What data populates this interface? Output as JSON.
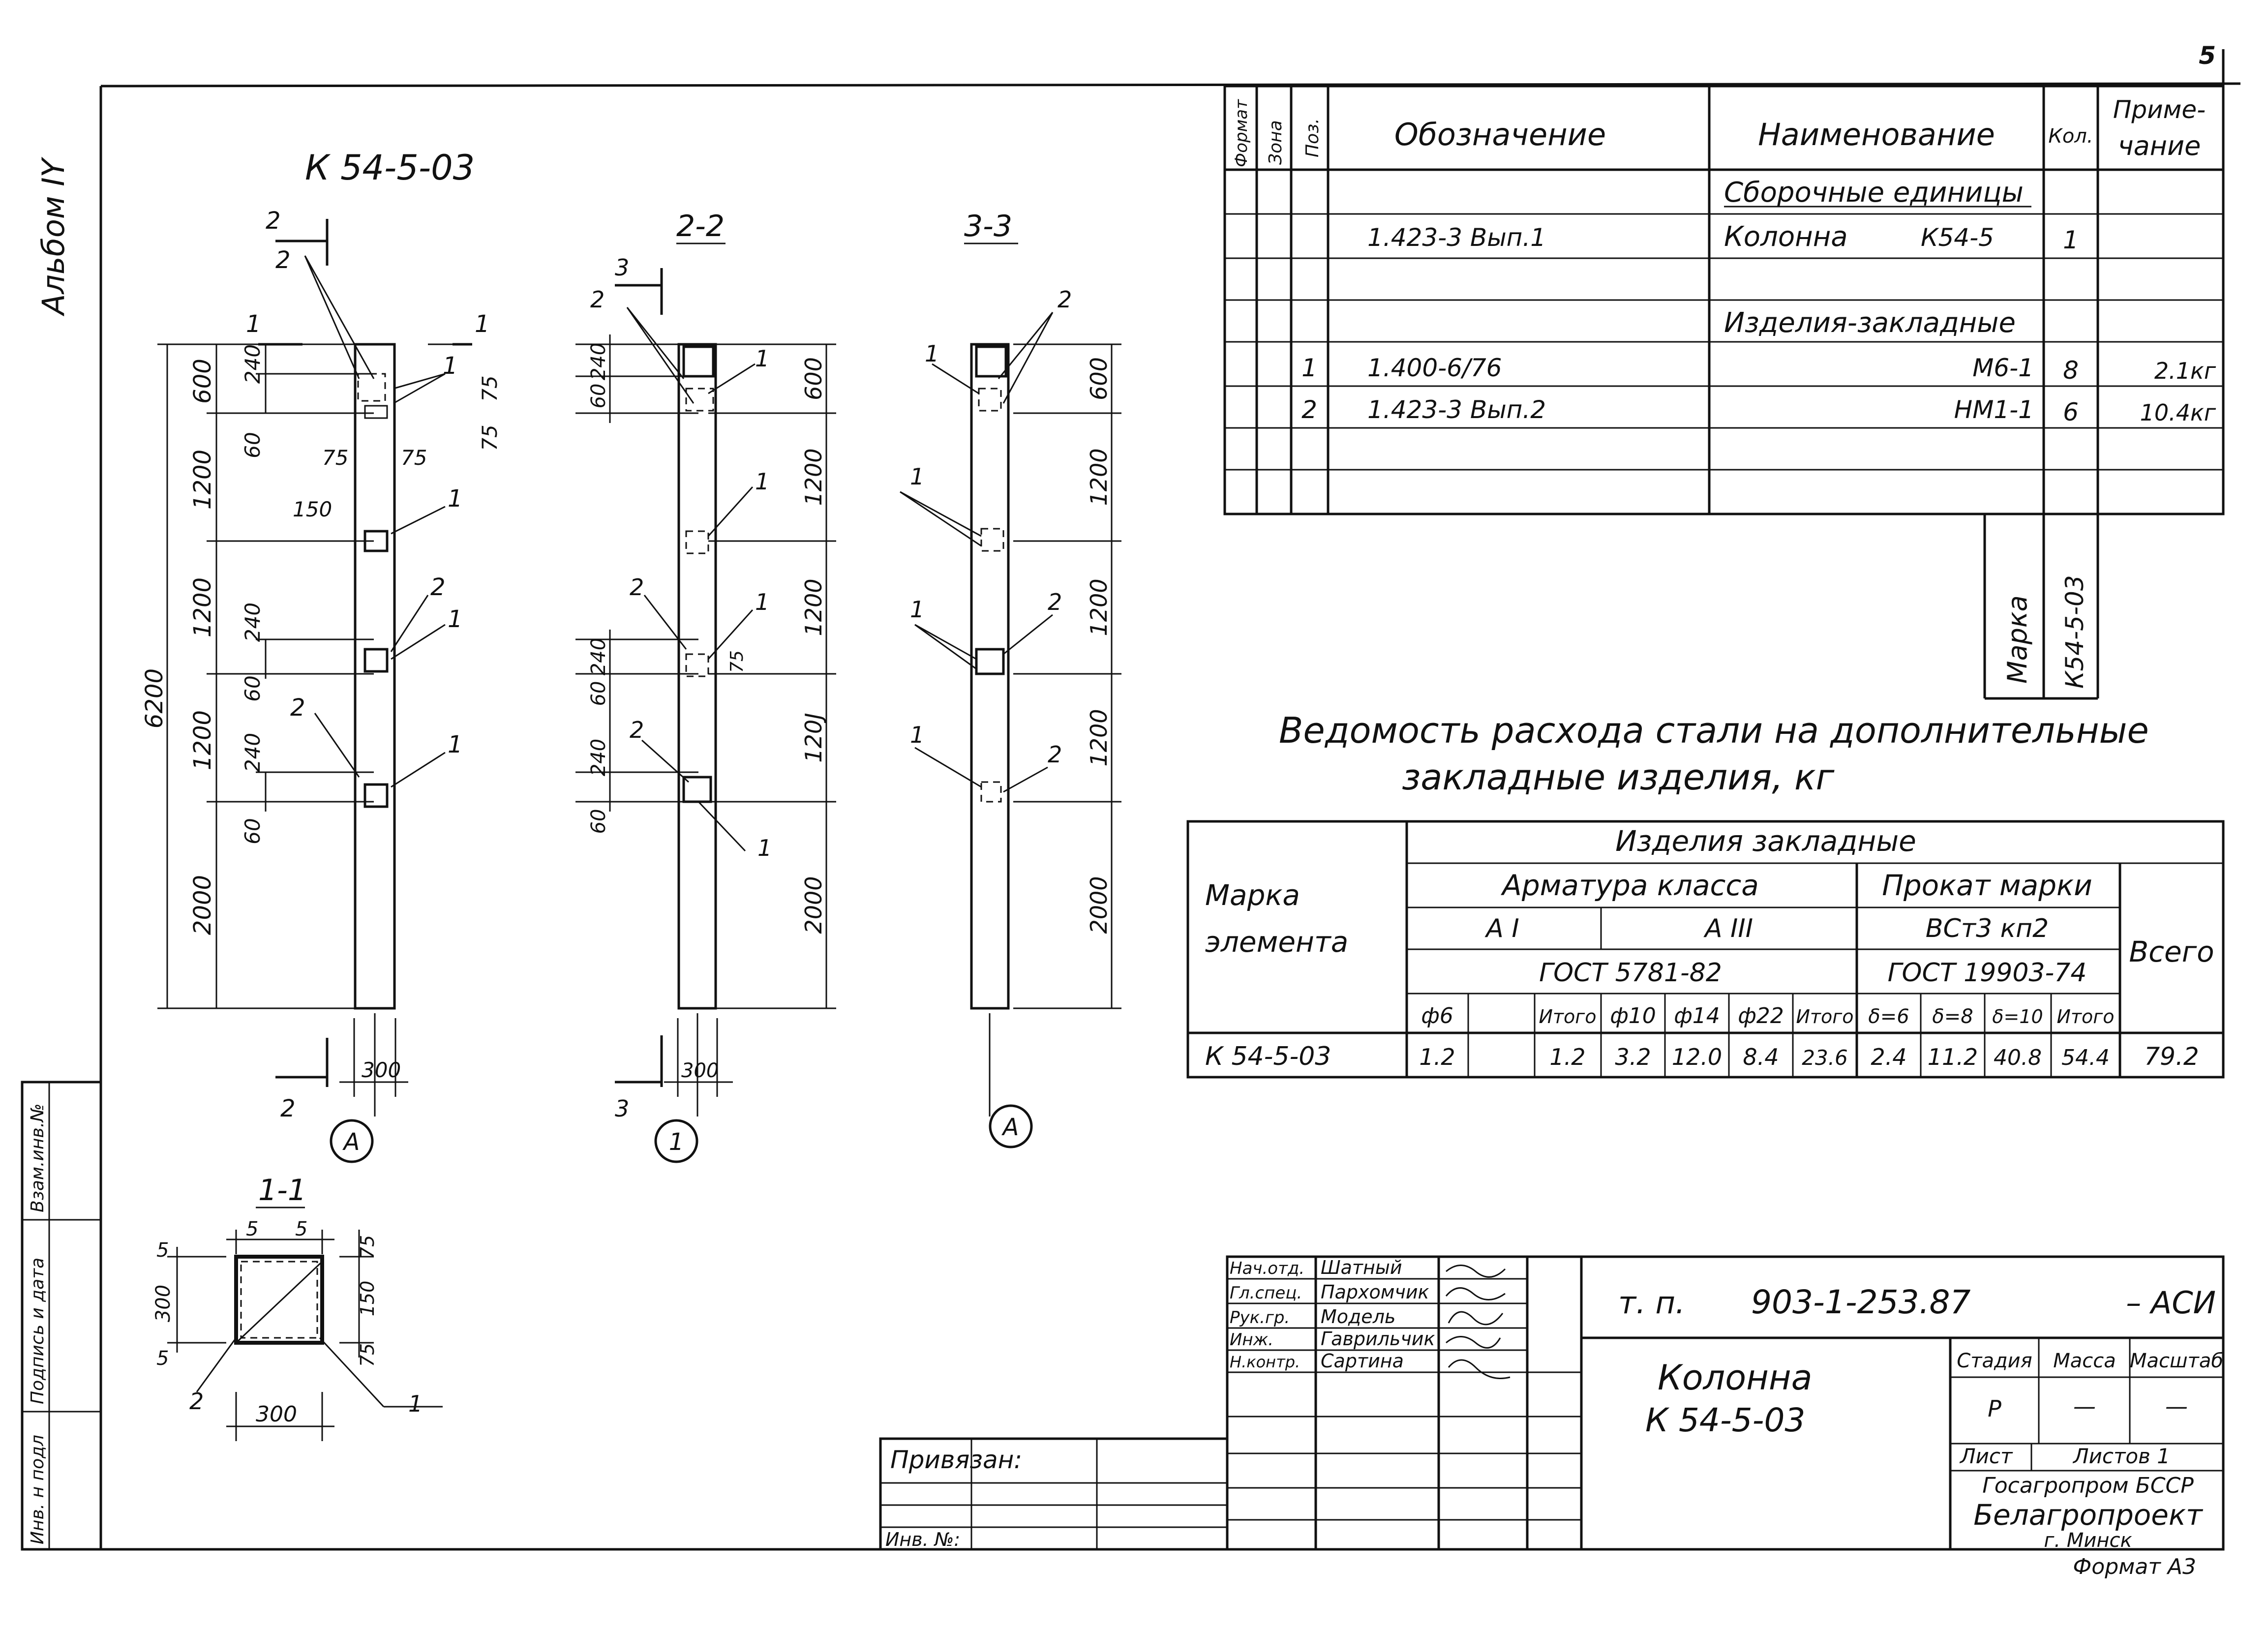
{
  "page_number": "5",
  "album": "Альбом IY",
  "side_stamp": {
    "inv_podl": "Инв. н подл",
    "podpis_data": "Подпись и дата",
    "vzam_inv": "Взам.инв.№"
  },
  "drawing": {
    "element_title": "К 54-5-03",
    "section_2_2": "2-2",
    "section_3_3": "3-3",
    "section_1_1": "1-1",
    "section_mark_1": "1",
    "section_mark_2": "2",
    "section_mark_3": "3",
    "axis_A": "А",
    "axis_1": "1",
    "pos_1": "1",
    "pos_2": "2",
    "dims": {
      "total": "6200",
      "d600": "600",
      "d1200": "1200",
      "d1200_broken": "120J",
      "d2000": "2000",
      "d240": "240",
      "d60": "60",
      "d75": "75",
      "d150": "150",
      "d300": "300",
      "d5": "5"
    }
  },
  "spec_table": {
    "headers": {
      "format": "Формат",
      "zona": "Зона",
      "poz": "Поз.",
      "oboznachenie": "Обозначение",
      "naimenovanie": "Наименование",
      "kol": "Кол.",
      "primechanie": "Приме-\nчание",
      "primechanie_line1": "Приме-",
      "primechanie_line2": "чание"
    },
    "rows": [
      {
        "poz": "",
        "obozn": "",
        "name": "Сборочные единицы",
        "kol": "",
        "prim": ""
      },
      {
        "poz": "",
        "obozn": "1.423-3 Вып.1",
        "name": "Колонна",
        "name_mark": "К54-5",
        "kol": "1",
        "prim": ""
      },
      {
        "poz": "",
        "obozn": "",
        "name": "",
        "kol": "",
        "prim": ""
      },
      {
        "poz": "",
        "obozn": "",
        "name": "Изделия-закладные",
        "kol": "",
        "prim": ""
      },
      {
        "poz": "1",
        "obozn": "1.400-6/76",
        "name": "М6-1",
        "kol": "8",
        "prim": "2.1кг"
      },
      {
        "poz": "2",
        "obozn": "1.423-3 Вып.2",
        "name": "НМ1-1",
        "kol": "6",
        "prim": "10.4кг"
      },
      {
        "poz": "",
        "obozn": "",
        "name": "",
        "kol": "",
        "prim": ""
      },
      {
        "poz": "",
        "obozn": "",
        "name": "",
        "kol": "",
        "prim": ""
      }
    ],
    "marka_label": "Марка",
    "marka_value": "К54-5-03"
  },
  "steel_statement": {
    "title_line1": "Ведомость расхода стали на дополнительные",
    "title_line2": "закладные изделия, кг",
    "h_marka": "Марка",
    "h_elementa": "элемента",
    "h_izdelia": "Изделия закладные",
    "h_armatura": "Арматура класса",
    "h_prokat": "Прокат марки",
    "h_AI": "А I",
    "h_AIII": "А III",
    "h_vst": "ВСт3 кп2",
    "h_gost1": "ГОСТ 5781-82",
    "h_gost2": "ГОСТ 19903-74",
    "h_vsego": "Всего",
    "sub": [
      "ф6",
      "",
      "Итого",
      "ф10",
      "ф14",
      "ф22",
      "Итого",
      "δ=6",
      "δ=8",
      "δ=10",
      "Итого"
    ],
    "row": {
      "marka": "К 54-5-03",
      "values": [
        "1.2",
        "",
        "1.2",
        "3.2",
        "12.0",
        "8.4",
        "23.6",
        "2.4",
        "11.2",
        "40.8",
        "54.4",
        "79.2"
      ]
    }
  },
  "title_block": {
    "roles": [
      "Нач.отд.",
      "Гл.спец.",
      "Рук.гр.",
      "Инж.",
      "Н.контр."
    ],
    "names": [
      "Шатный",
      "Пархомчик",
      "Модель",
      "Гаврильчик",
      "Сартина"
    ],
    "doc_code_prefix": "т. п.",
    "doc_code": "903-1-253.87",
    "doc_suffix": "– АСИ",
    "object_line1": "Колонна",
    "object_line2": "К 54-5-03",
    "stadia_label": "Стадия",
    "massa_label": "Масса",
    "masshtab_label": "Масштаб",
    "stadia": "Р",
    "massa": "—",
    "masshtab": "—",
    "list_label": "Лист",
    "listov_label": "Листов 1",
    "org_line1": "Госагропром БССР",
    "org_line2": "Белагропроект",
    "org_city": "г. Минск",
    "format": "Формат А3",
    "privyazan": "Привязан:",
    "inv_no": "Инв. №:"
  }
}
